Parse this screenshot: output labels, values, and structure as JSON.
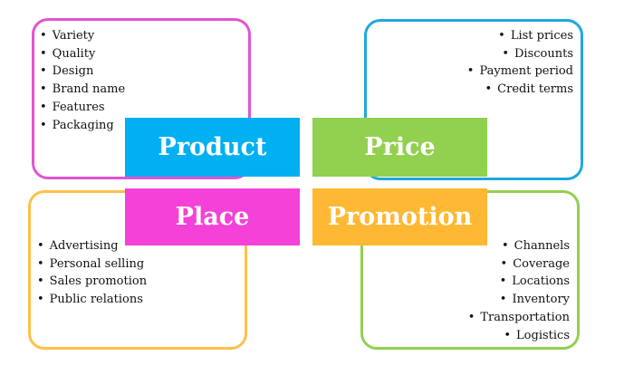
{
  "quadrants": {
    "product": {
      "label": "Product",
      "items": [
        "Variety",
        "Quality",
        "Design",
        "Brand name",
        "Features",
        "Packaging"
      ],
      "box_color": "#00b0f0",
      "frame_color": "#e055d0"
    },
    "price": {
      "label": "Price",
      "items": [
        "List prices",
        "Discounts",
        "Payment period",
        "Credit terms"
      ],
      "box_color": "#92d050",
      "frame_color": "#1fa8e0"
    },
    "place": {
      "label": "Place",
      "items": [
        "Advertising",
        "Personal selling",
        "Sales promotion",
        "Public relations"
      ],
      "box_color": "#f442d9",
      "frame_color": "#ffc04a"
    },
    "promotion": {
      "label": "Promotion",
      "items": [
        "Channels",
        "Coverage",
        "Locations",
        "Inventory",
        "Transportation",
        "Logistics"
      ],
      "box_color": "#ffb833",
      "frame_color": "#92d050"
    }
  }
}
